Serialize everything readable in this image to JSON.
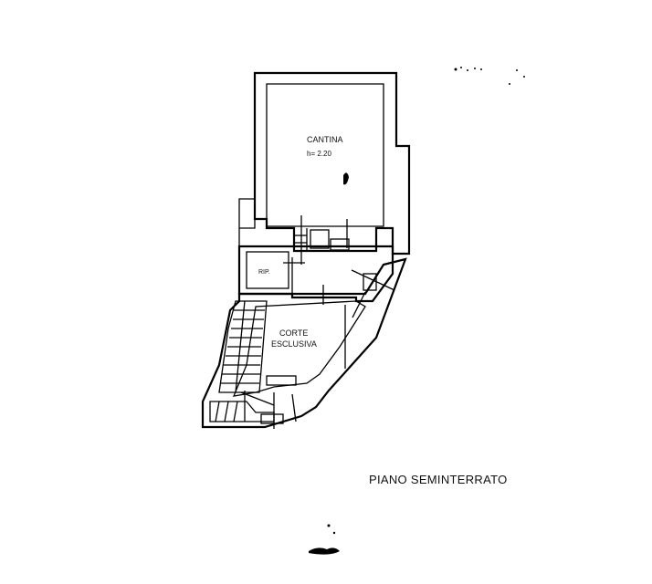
{
  "plan": {
    "rooms": {
      "cantina": {
        "name": "CANTINA",
        "height": "h= 2.20"
      },
      "rip": {
        "name": "RIP."
      },
      "corte": {
        "line1": "CORTE",
        "line2": "ESCLUSIVA"
      }
    },
    "floor_label": "PIANO SEMINTERRATO"
  }
}
